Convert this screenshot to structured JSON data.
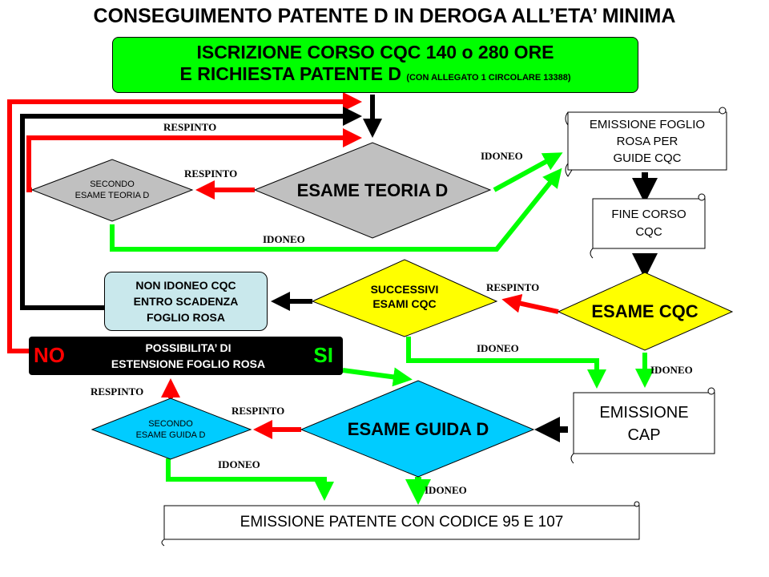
{
  "title": "CONSEGUIMENTO PATENTE D IN DEROGA ALL’ETA’ MINIMA",
  "start_box": {
    "line1": "ISCRIZIONE CORSO CQC 140 o 280 ORE",
    "line2": "E RICHIESTA PATENTE D",
    "note": "(CON ALLEGATO 1 CIRCOLARE 13388)"
  },
  "exam_theory": "ESAME TEORIA D",
  "second_theory": [
    "SECONDO",
    "ESAME TEORIA D"
  ],
  "foglio_rosa": [
    "EMISSIONE FOGLIO",
    "ROSA PER",
    "GUIDE CQC"
  ],
  "fine_corso": [
    "FINE CORSO",
    "CQC"
  ],
  "exam_cqc": "ESAME CQC",
  "successivi": [
    "SUCCESSIVI",
    "ESAMI  CQC"
  ],
  "non_idoneo": [
    "NON IDONEO CQC",
    "ENTRO SCADENZA",
    "FOGLIO ROSA"
  ],
  "estensione": {
    "no": "NO",
    "si": "SI",
    "text": [
      "POSSIBILITA’ DI",
      "ESTENSIONE FOGLIO ROSA"
    ]
  },
  "emissione_cap": [
    "EMISSIONE",
    "CAP"
  ],
  "exam_guida": "ESAME GUIDA D",
  "second_guida": [
    "SECONDO",
    "ESAME GUIDA D"
  ],
  "patente_final": "EMISSIONE  PATENTE  CON CODICE 95 E 107",
  "labels": {
    "respinto": "RESPINTO",
    "idoneo": "IDONEO"
  },
  "colors": {
    "red": "#ff0000",
    "green": "#00ff00",
    "black": "#000000",
    "gray_diamond": "#c0c0c0",
    "yellow_diamond": "#ffff00",
    "cyan_diamond": "#00ccff",
    "start_box": "#00ff00",
    "non_idoneo_box": "#c9e8ec"
  }
}
